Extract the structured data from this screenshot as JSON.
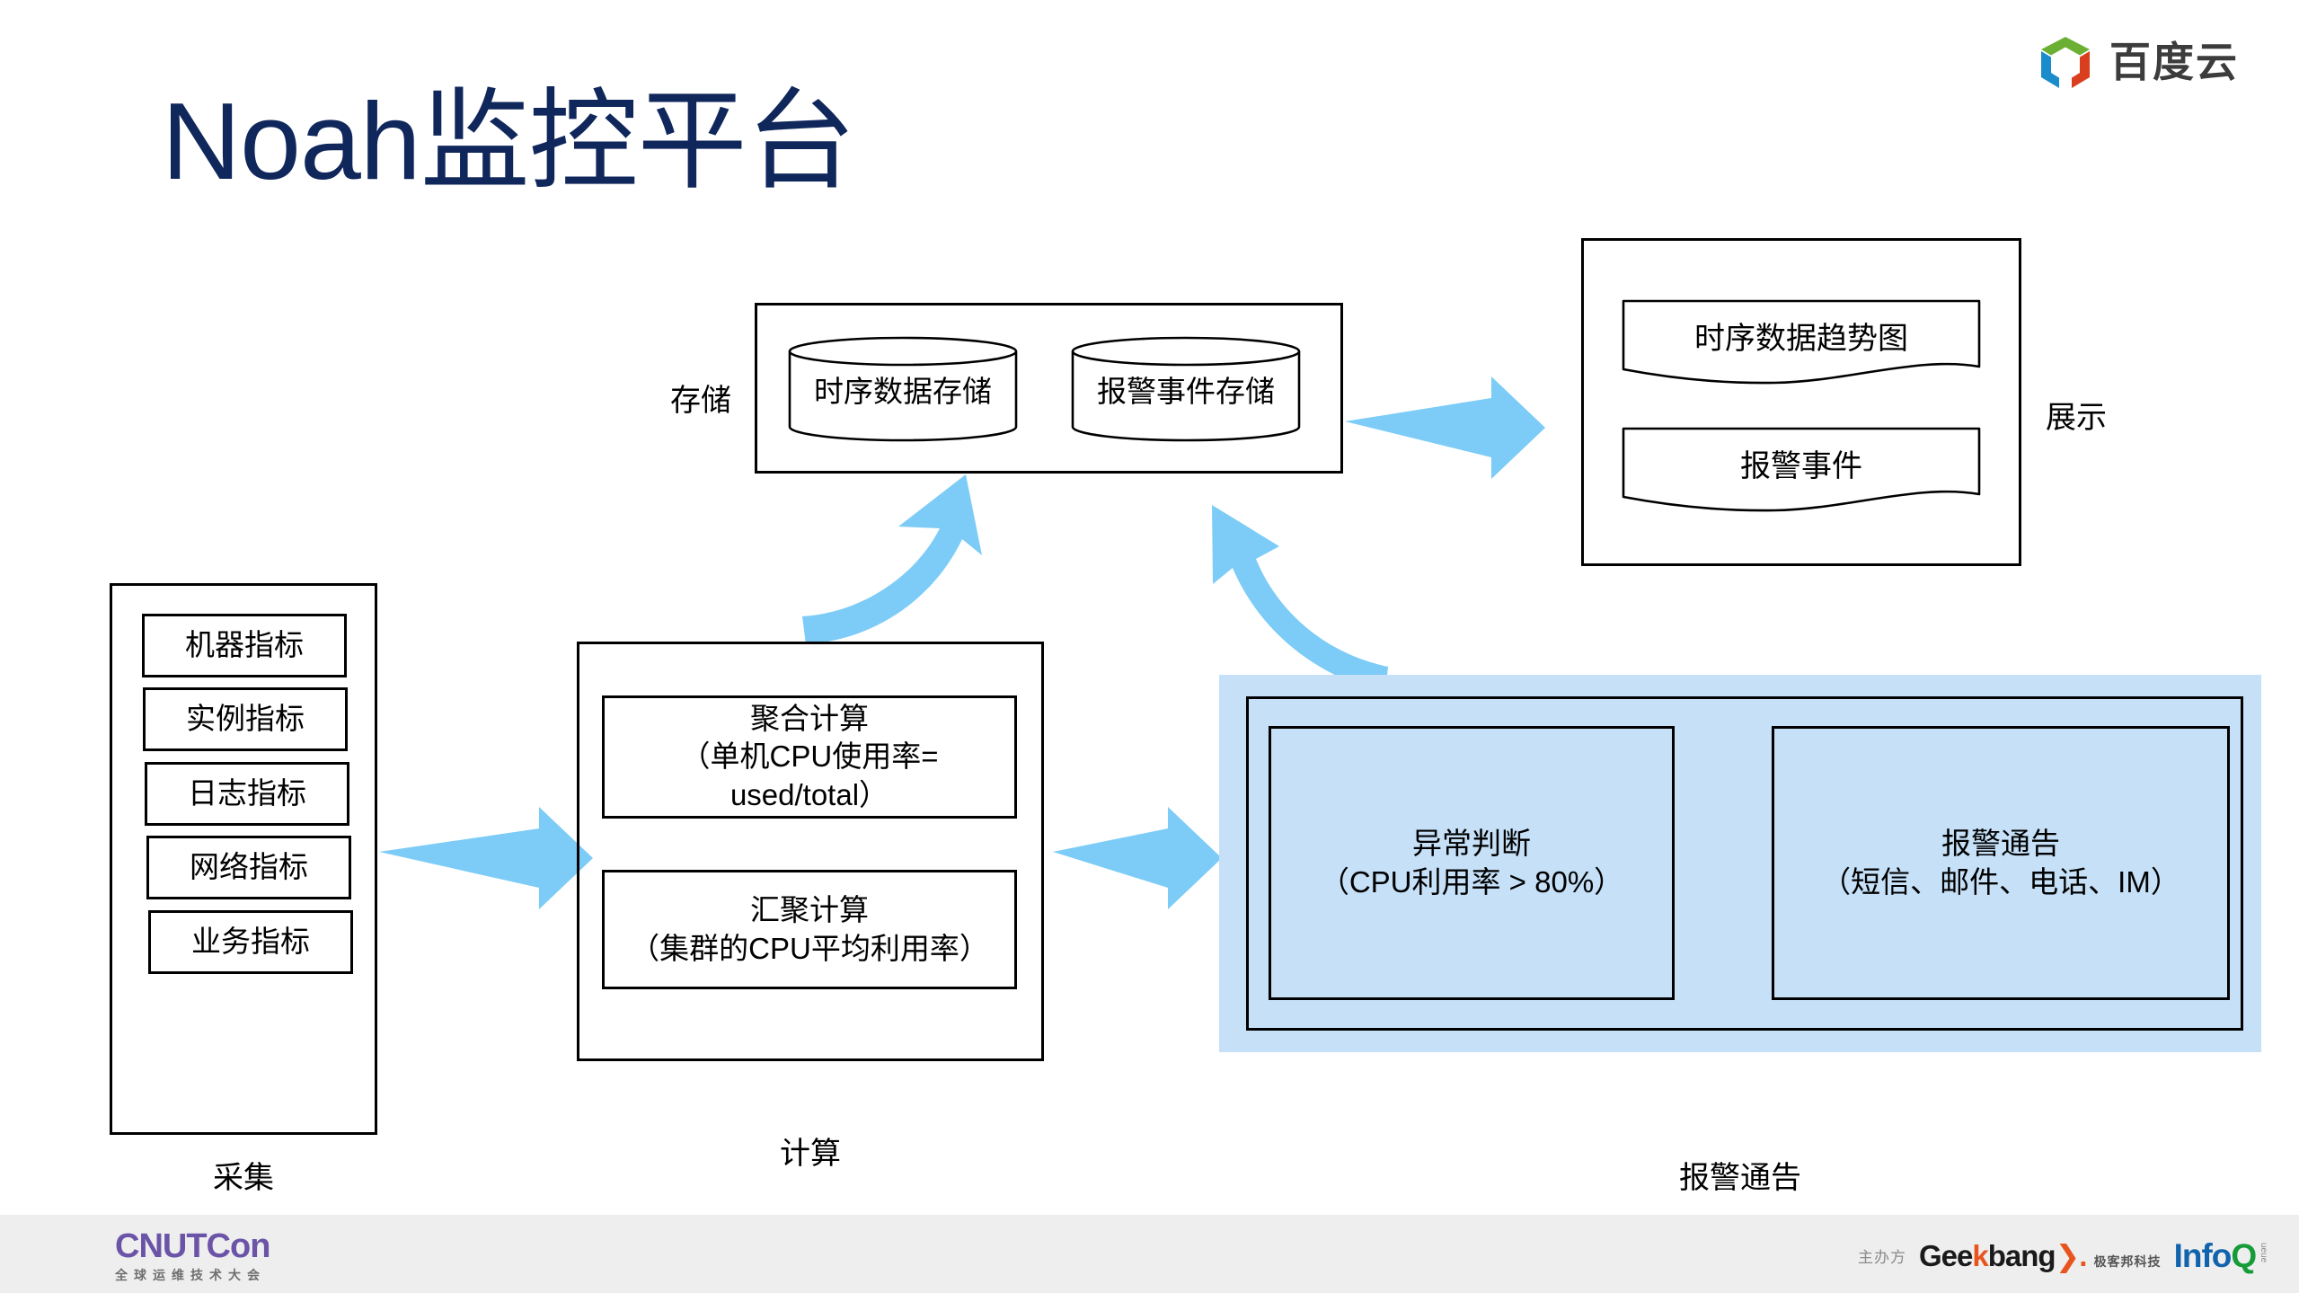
{
  "slide": {
    "title": "Noah监控平台"
  },
  "brand": {
    "baidu_cloud_text": "百度云",
    "logo_colors": {
      "green": "#6cb033",
      "blue": "#1b8ccb",
      "red": "#d93f1e"
    }
  },
  "colors": {
    "title_navy": "#10275c",
    "arrow_blue": "#7cccf7",
    "panel_blue": "#c5e0f7",
    "outline_black": "#000000",
    "footer_gray": "#eeeeee",
    "cnutcon_purple": "#6b54a8"
  },
  "collect": {
    "bottom_label": "采集",
    "items": [
      {
        "label": "机器指标"
      },
      {
        "label": "实例指标"
      },
      {
        "label": "日志指标"
      },
      {
        "label": "网络指标"
      },
      {
        "label": "业务指标"
      }
    ]
  },
  "compute": {
    "bottom_label": "计算",
    "items": [
      {
        "label": "聚合计算\n（单机CPU使用率=\nused/total）"
      },
      {
        "label": "汇聚计算\n（集群的CPU平均利用率）"
      }
    ],
    "aggregate_title": "聚合计算",
    "aggregate_formula_line1": "（单机CPU使用率=",
    "aggregate_formula_line2": "used/total）",
    "rollup_title": "汇聚计算",
    "rollup_formula": "（集群的CPU平均利用率）"
  },
  "storage": {
    "side_label": "存储",
    "stores": [
      {
        "label": "时序数据存储"
      },
      {
        "label": "报警事件存储"
      }
    ]
  },
  "display": {
    "side_label": "展示",
    "panels": [
      {
        "label": "时序数据趋势图"
      },
      {
        "label": "报警事件"
      }
    ]
  },
  "alarm": {
    "bottom_label": "报警通告",
    "detect_title": "异常判断",
    "detect_condition": "（CPU利用率 > 80%）",
    "notify_title": "报警通告",
    "notify_channels": "（短信、邮件、电话、IM）"
  },
  "footer": {
    "conference_name": "CNUTCon",
    "conference_sub": "全球运维技术大会",
    "organizer_label": "主办方",
    "geekbang_main_1": "Gee",
    "geekbang_main_k": "k",
    "geekbang_main_2": "bang",
    "geekbang_arrow": "❯.",
    "geekbang_sub": "极客邦科技",
    "infoq_blue": "Info",
    "infoq_green": "Q",
    "infoq_ueue": "ueue"
  }
}
